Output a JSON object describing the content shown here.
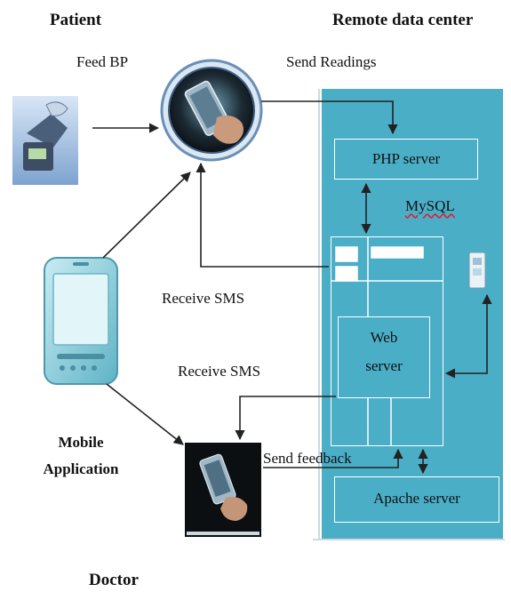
{
  "labels": {
    "patient": "Patient",
    "remote_data_center": "Remote data center",
    "feed_bp": "Feed BP",
    "send_readings": "Send Readings",
    "php_server": "PHP server",
    "mysql": "MySQL",
    "receive_sms_1": "Receive SMS",
    "receive_sms_2": "Receive SMS",
    "web_server_line1": "Web",
    "web_server_line2": "server",
    "mobile_application_line1": "Mobile",
    "mobile_application_line2": "Application",
    "send_feedback": "Send feedback",
    "apache_server": "Apache server",
    "doctor": "Doctor"
  },
  "colors": {
    "panel": "#4aaec7",
    "box_border": "#ffffff",
    "arrow": "#222222",
    "circle_ring": "#6b8fb5",
    "phone_body": "#8fd0dd"
  },
  "icons": {
    "bp_monitor": "blood-pressure-cuff-icon",
    "smartphone_hand": "hand-held-smartphone-icon",
    "mobile_device": "mobile-phone-icon",
    "database": "database-icon"
  }
}
